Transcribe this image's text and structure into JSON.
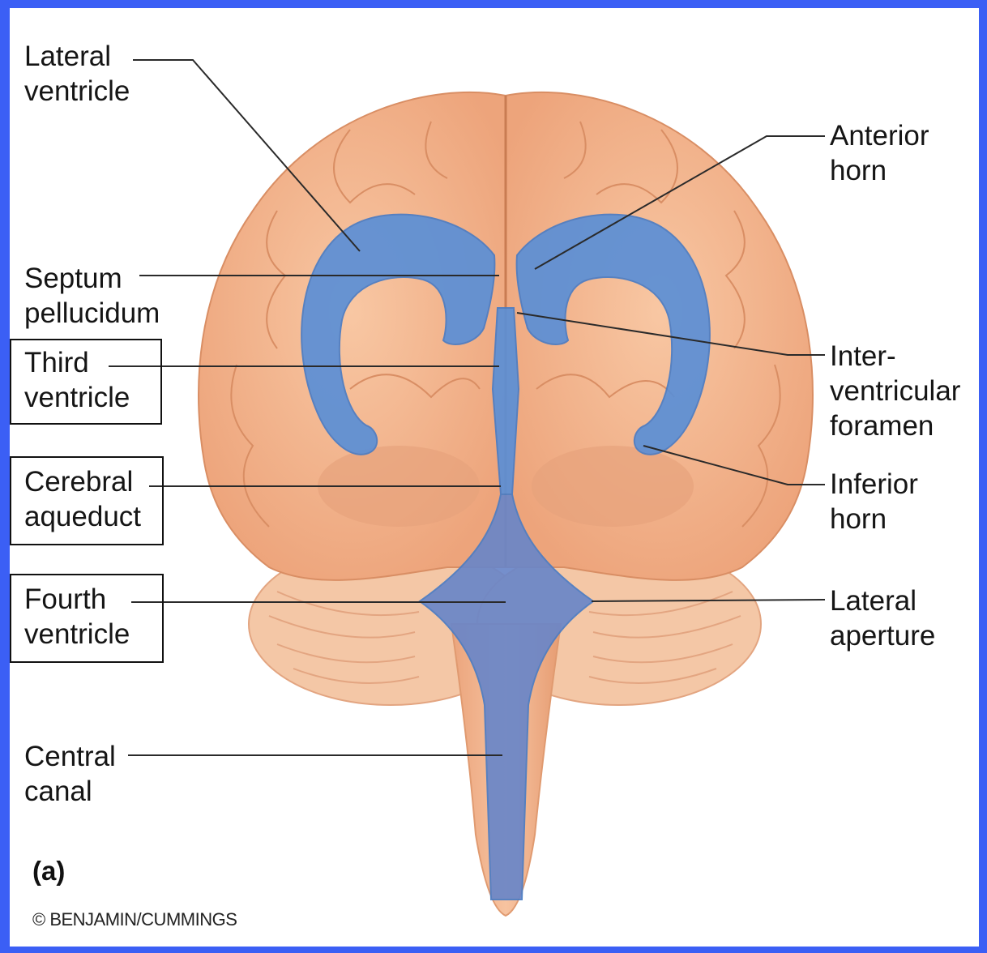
{
  "labels": {
    "lateral_ventricle": [
      "Lateral",
      "ventricle"
    ],
    "septum_pellucidum": [
      "Septum",
      "pellucidum"
    ],
    "third_ventricle": [
      "Third",
      "ventricle"
    ],
    "cerebral_aqueduct": [
      "Cerebral",
      "aqueduct"
    ],
    "fourth_ventricle": [
      "Fourth",
      "ventricle"
    ],
    "central_canal": [
      "Central",
      "canal"
    ],
    "anterior_horn": [
      "Anterior",
      "horn"
    ],
    "interventricular_foramen": [
      "Inter-",
      "ventricular",
      "foramen"
    ],
    "inferior_horn": [
      "Inferior",
      "horn"
    ],
    "lateral_aperture": [
      "Lateral",
      "aperture"
    ]
  },
  "figure_label": "(a)",
  "credit": "© BENJAMIN/CUMMINGS",
  "colors": {
    "border": "#3b5ff5",
    "brain": "#f3b58e",
    "brain_shadow": "#e4996f",
    "ventricle": "#5b8fd6",
    "ventricle_dark": "#6a86c8",
    "leader_line": "#2a2a2a"
  }
}
